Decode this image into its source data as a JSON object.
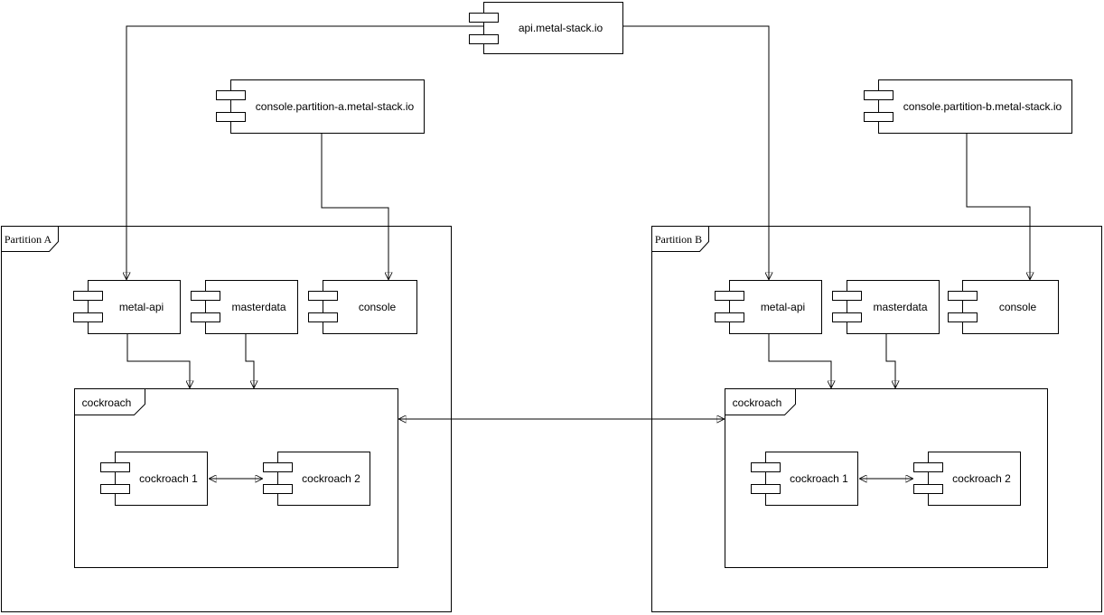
{
  "diagram": {
    "background_color": "#ffffff",
    "stroke_color": "#000000",
    "nodes": {
      "api": {
        "label": "api.metal-stack.io"
      },
      "console_a": {
        "label": "console.partition-a.metal-stack.io"
      },
      "console_b": {
        "label": "console.partition-b.metal-stack.io"
      }
    },
    "partition_a": {
      "label": "Partition A",
      "metal_api": {
        "label": "metal-api"
      },
      "masterdata": {
        "label": "masterdata"
      },
      "console": {
        "label": "console"
      },
      "cockroach": {
        "label": "cockroach",
        "node1": {
          "label": "cockroach 1"
        },
        "node2": {
          "label": "cockroach 2"
        }
      }
    },
    "partition_b": {
      "label": "Partition B",
      "metal_api": {
        "label": "metal-api"
      },
      "masterdata": {
        "label": "masterdata"
      },
      "console": {
        "label": "console"
      },
      "cockroach": {
        "label": "cockroach",
        "node1": {
          "label": "cockroach 1"
        },
        "node2": {
          "label": "cockroach 2"
        }
      }
    }
  }
}
